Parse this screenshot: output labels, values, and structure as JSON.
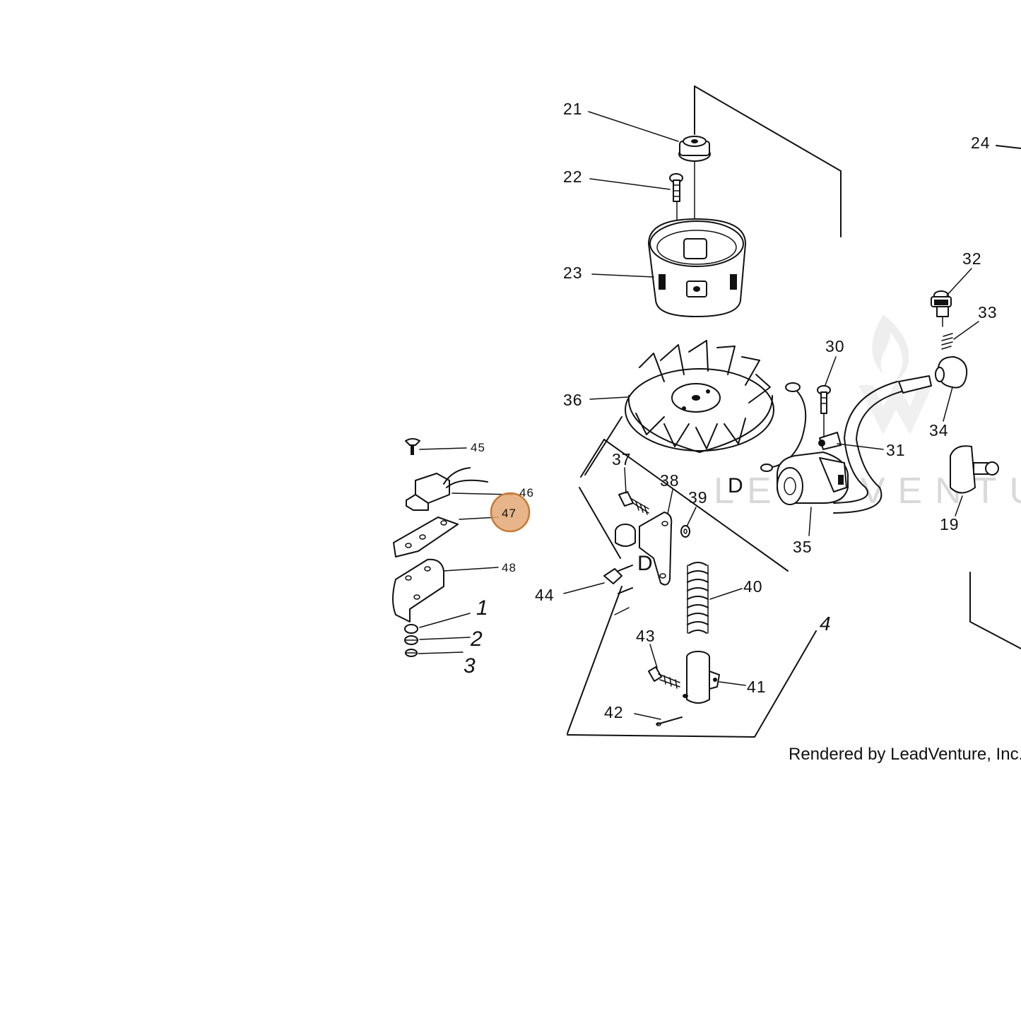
{
  "diagram": {
    "highlighted_part": "47",
    "watermark_text": "LEADVENTURE",
    "credit": "Rendered by LeadVenture, Inc.",
    "labels": {
      "p21": "21",
      "p22": "22",
      "p23": "23",
      "p24": "24",
      "p32": "32",
      "p33": "33",
      "p30": "30",
      "p36": "36",
      "p34": "34",
      "p31": "31",
      "p45": "45",
      "p37": "37",
      "p38": "38",
      "p39": "39",
      "p46": "46",
      "p47": "47",
      "d1": "D",
      "d2": "D",
      "p35": "35",
      "p19": "19",
      "p48": "48",
      "p44": "44",
      "p40": "40",
      "p1": "1",
      "p2": "2",
      "p3": "3",
      "p4": "4",
      "p43": "43",
      "p41": "41",
      "p42": "42"
    }
  }
}
